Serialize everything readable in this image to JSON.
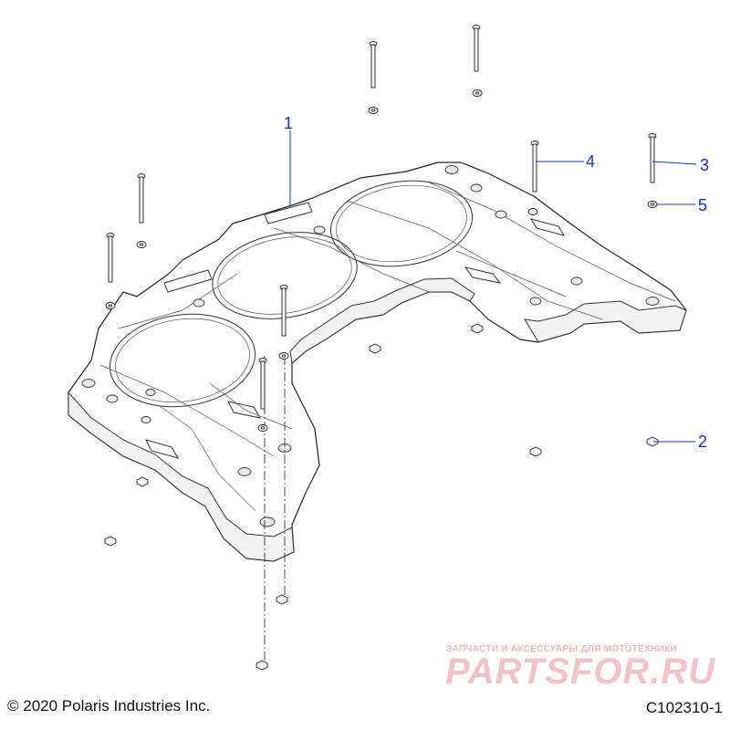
{
  "diagram": {
    "callouts": [
      {
        "id": "1",
        "label": "1"
      },
      {
        "id": "2",
        "label": "2"
      },
      {
        "id": "3",
        "label": "3"
      },
      {
        "id": "4",
        "label": "4"
      },
      {
        "id": "5",
        "label": "5"
      }
    ],
    "accent_color": "#1a2bd6"
  },
  "footer": {
    "copyright": "© 2020 Polaris Industries Inc.",
    "drawing_number": "C102310-1"
  },
  "watermark": {
    "tagline": "ЗАПЧАСТИ И АКСЕССУАРЫ ДЛЯ МОТОТЕХНИКИ",
    "logo": "PARTSFOR.RU",
    "color": "#cd2832"
  }
}
